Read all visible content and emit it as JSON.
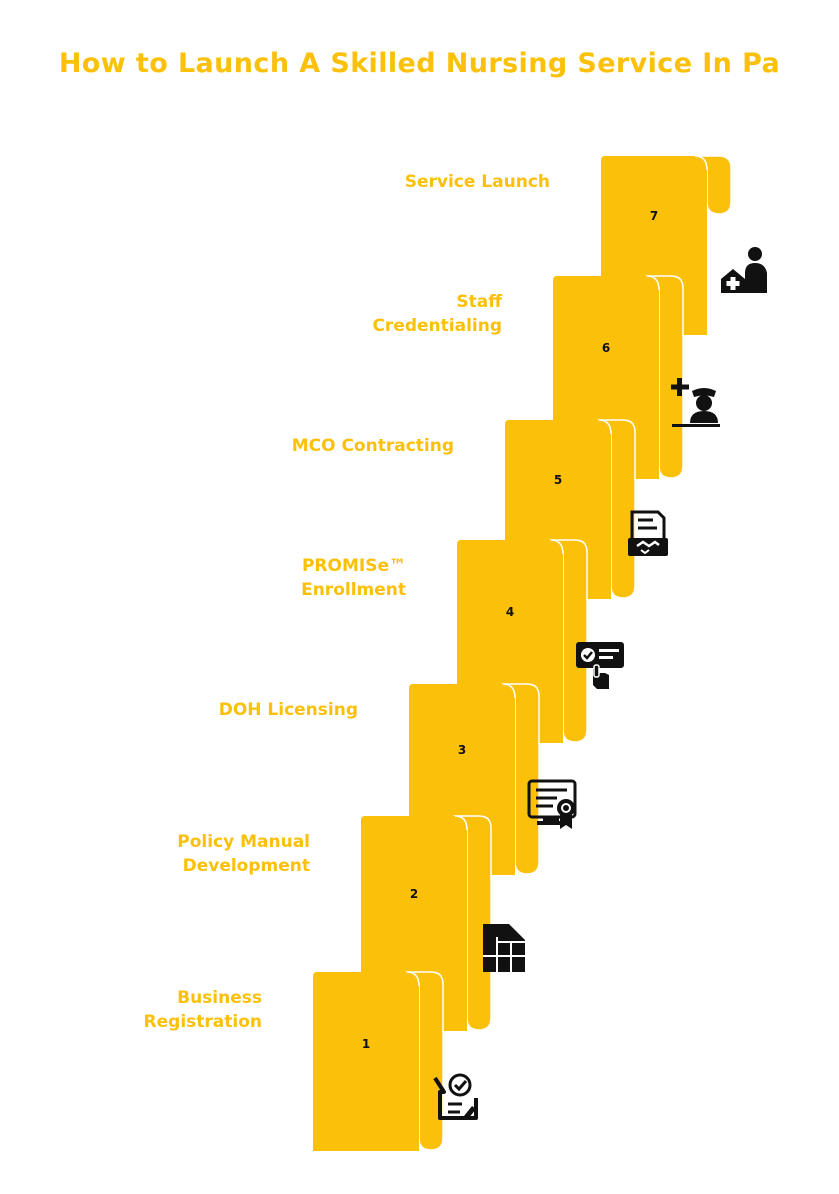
{
  "title": "How to Launch A Skilled Nursing Service In Pa",
  "colors": {
    "accent": "#FBC10A",
    "accent_edge": "#E9B006",
    "icon": "#111111"
  },
  "steps": [
    {
      "number": "1",
      "label": "Business\nRegistration",
      "icon": "checklist-icon"
    },
    {
      "number": "2",
      "label": "Policy Manual\nDevelopment",
      "icon": "document-blocks-icon"
    },
    {
      "number": "3",
      "label": "DOH Licensing",
      "icon": "certificate-icon"
    },
    {
      "number": "4",
      "label": "PROMISe™\nEnrollment",
      "icon": "id-card-hand-icon"
    },
    {
      "number": "5",
      "label": "MCO Contracting",
      "icon": "contract-handshake-icon"
    },
    {
      "number": "6",
      "label": "Staff\nCredentialing",
      "icon": "nurse-icon"
    },
    {
      "number": "7",
      "label": "Service Launch",
      "icon": "patient-care-icon"
    }
  ]
}
